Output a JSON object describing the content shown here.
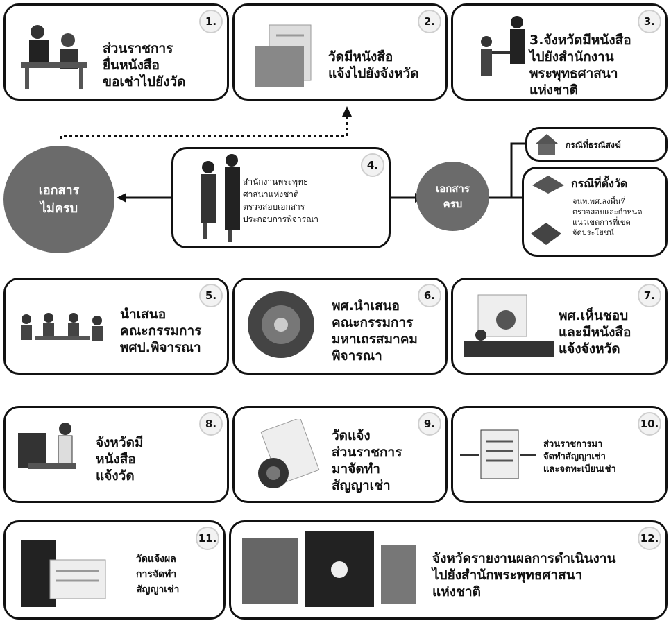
{
  "steps": [
    {
      "number": "1.",
      "text": "ส่วนราชการ\nยื่นหนังสือ\nขอเช่าไปยังวัด"
    },
    {
      "number": "2.",
      "text": "วัดมีหนังสือ\nแจ้งไปยังจังหวัด"
    },
    {
      "number": "3.",
      "text": "3.จังหวัดมีหนังสือ\nไปยังสำนักงาน\nพระพุทธศาสนา\nแห่งชาติ"
    },
    {
      "number": "4.",
      "text": "สำนักงานพระพุทธ\nศาสนาแห่งชาติ\nตรวจสอบเอกสาร\nประกอบการพิจารณา"
    },
    {
      "number": "5.",
      "text": "นำเสนอ\nคณะกรรมการ\nพศป.พิจารณา"
    },
    {
      "number": "6.",
      "text": "พศ.นำเสนอ\nคณะกรรมการ\nมหาเถรสมาคม\nพิจารณา"
    },
    {
      "number": "7.",
      "text": "พศ.เห็นชอบ\nและมีหนังสือ\nแจ้งจังหวัด"
    },
    {
      "number": "8.",
      "text": "จังหวัดมี\nหนังสือ\nแจ้งวัด"
    },
    {
      "number": "9.",
      "text": "วัดแจ้ง\nส่วนราชการ\nมาจัดทำ\nสัญญาเช่า"
    },
    {
      "number": "10.",
      "text": "ส่วนราชการมา\nจัดทำสัญญาเช่า\nและจดทะเบียนเช่า"
    },
    {
      "number": "11.",
      "text": "วัดแจ้งผล\nการจัดทำ\nสัญญาเช่า"
    },
    {
      "number": "12.",
      "text": "จังหวัดรายงานผลการดำเนินงาน\nไปยังสำนักพระพุทธศาสนา\nแห่งชาติ"
    }
  ],
  "incomplete": "เอกสาร\nไม่ครบ",
  "complete": "เอกสาร\nครบ",
  "branch_landless": "กรณีที่ธรณีสงฆ์",
  "branch_temple": "กรณีที่ตั้งวัด",
  "branch_temple_note": "จนท.พศ.ลงพื้นที่\nตรวจสอบและกำหนด\nแนวเขตการที่เขต\nจัดประโยชน์",
  "colors": {
    "border": "#111111",
    "circle": "#6b6b6b"
  }
}
